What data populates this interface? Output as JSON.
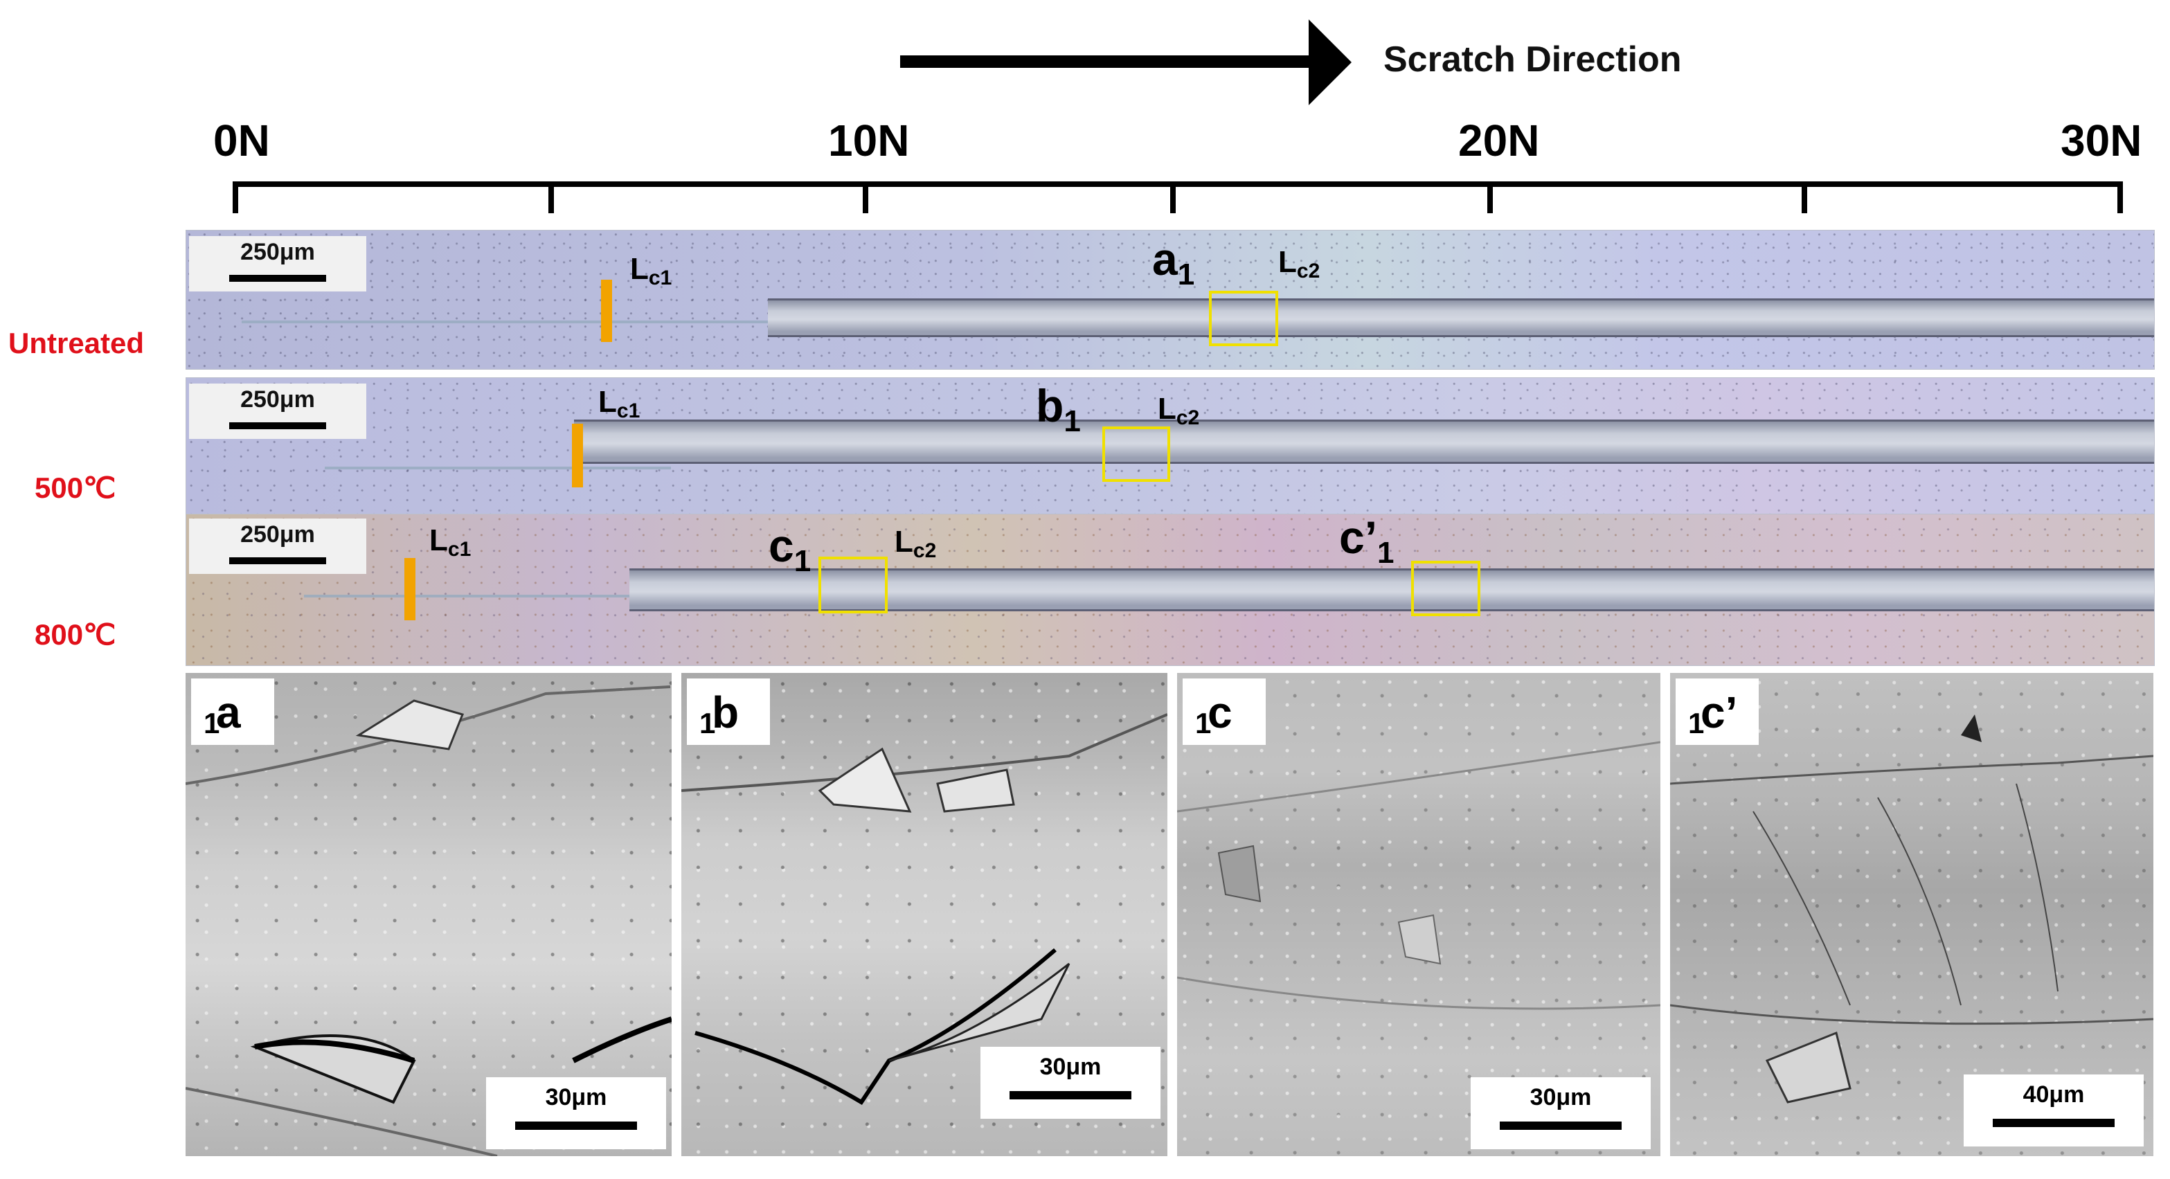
{
  "direction": {
    "label": "Scratch Direction"
  },
  "load_scale": {
    "ticks": [
      "0N",
      "10N",
      "20N",
      "30N"
    ]
  },
  "rows": [
    {
      "label": "Untreated",
      "scalebar": "250μm",
      "markers": [
        {
          "label_main": "L",
          "label_sub": "c1"
        },
        {
          "label_main": "L",
          "label_sub": "c2"
        }
      ],
      "roi_letter": "a",
      "roi_sub": "1"
    },
    {
      "label": "500℃",
      "scalebar": "250μm",
      "markers": [
        {
          "label_main": "L",
          "label_sub": "c1"
        },
        {
          "label_main": "L",
          "label_sub": "c2"
        }
      ],
      "roi_letter": "b",
      "roi_sub": "1"
    },
    {
      "label": "800℃",
      "scalebar": "250μm",
      "markers": [
        {
          "label_main": "L",
          "label_sub": "c1"
        },
        {
          "label_main": "L",
          "label_sub": "c2"
        }
      ],
      "roi_letter": "c",
      "roi_sub": "1",
      "roi2_letter": "c’",
      "roi2_sub": "1"
    }
  ],
  "panels": [
    {
      "tag": "a",
      "tag_sub": "1",
      "scalebar": "30μm"
    },
    {
      "tag": "b",
      "tag_sub": "1",
      "scalebar": "30μm"
    },
    {
      "tag": "c",
      "tag_sub": "1",
      "scalebar": "30μm"
    },
    {
      "tag": "c’",
      "tag_sub": "1",
      "scalebar": "40μm"
    }
  ],
  "colors": {
    "row_label": "#e0101a",
    "lc1_marker": "#f2a300",
    "roi_box": "#f0e000"
  }
}
